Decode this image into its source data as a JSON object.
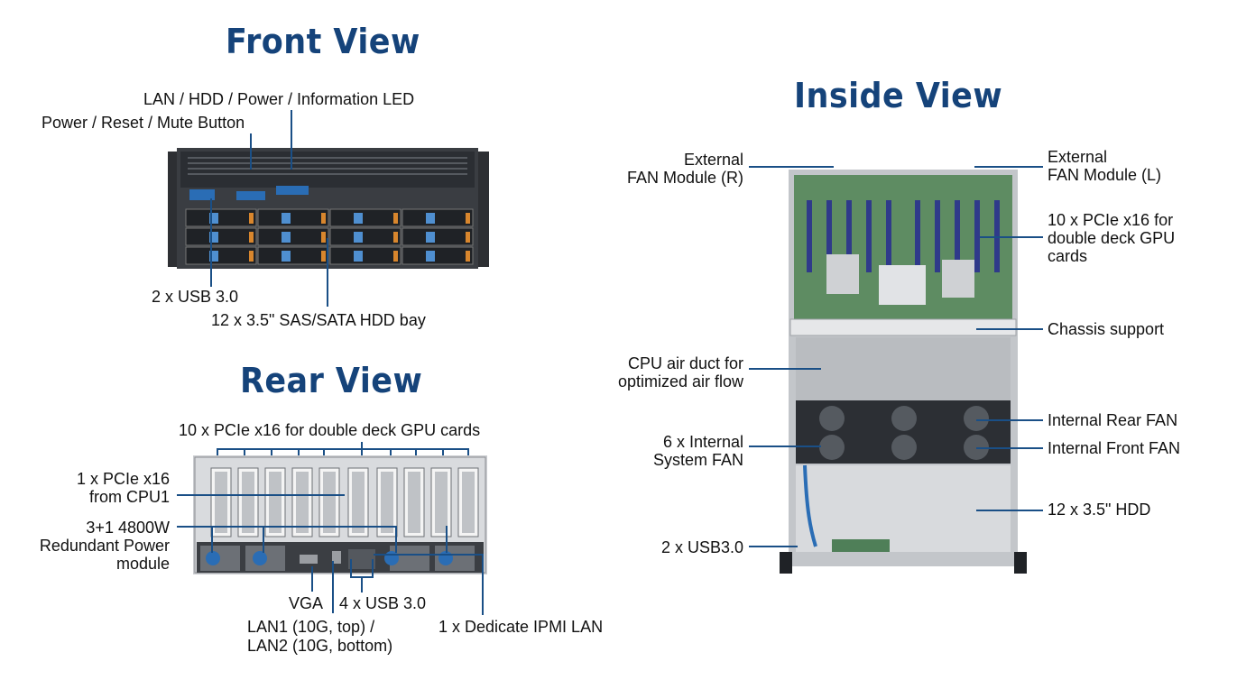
{
  "front": {
    "title": "Front View",
    "led_label": "LAN / HDD / Power / Information LED",
    "button_label": "Power / Reset / Mute Button",
    "usb_label": "2 x USB 3.0",
    "hdd_label": "12 x 3.5\" SAS/SATA HDD bay"
  },
  "rear": {
    "title": "Rear View",
    "pcie_label": "10 x PCIe x16 for double deck GPU cards",
    "cpu_pcie_label_1": "1 x PCIe x16",
    "cpu_pcie_label_2": "from CPU1",
    "psu_label_1": "3+1 4800W",
    "psu_label_2": "Redundant Power",
    "psu_label_3": "module",
    "vga_label": "VGA",
    "usb_label": "4 x USB 3.0",
    "lan_label_1": "LAN1 (10G, top) /",
    "lan_label_2": "LAN2 (10G, bottom)",
    "ipmi_label": "1 x Dedicate IPMI LAN"
  },
  "inside": {
    "title": "Inside View",
    "fan_r_1": "External",
    "fan_r_2": "FAN Module (R)",
    "fan_l_1": "External",
    "fan_l_2": "FAN Module (L)",
    "pcie_1": "10 x PCIe x16 for",
    "pcie_2": "double deck GPU",
    "pcie_3": "cards",
    "chassis_support": "Chassis support",
    "duct_1": "CPU air duct for",
    "duct_2": "optimized air flow",
    "rear_fan": "Internal Rear FAN",
    "sys_fan_1": "6 x Internal",
    "sys_fan_2": "System FAN",
    "front_fan": "Internal Front FAN",
    "hdd": "12 x 3.5\" HDD",
    "usb": "2 x USB3.0"
  },
  "colors": {
    "title": "#15437a",
    "callout": "#1a4f86"
  }
}
